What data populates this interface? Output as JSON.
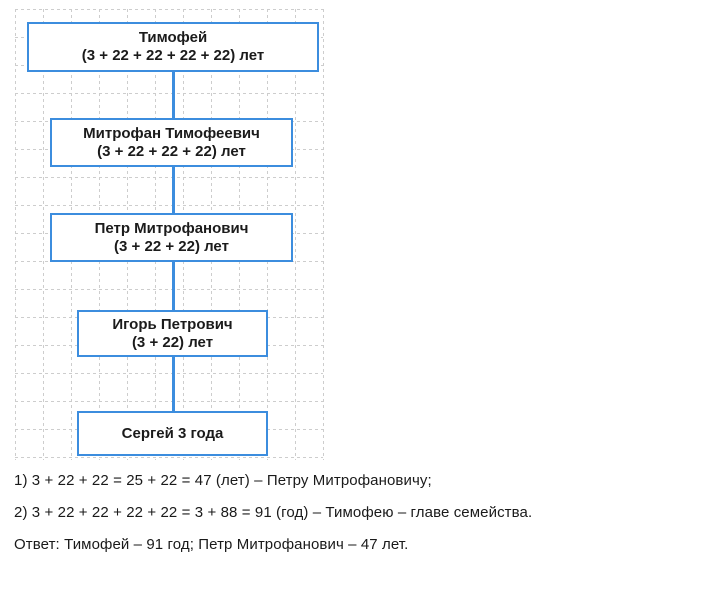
{
  "diagram": {
    "type": "family-chain",
    "accent_color": "#3c8dde",
    "text_color": "#1b1b1b",
    "grid_color": "#cdcdcd",
    "nodes": [
      {
        "name": "Тимофей",
        "sub": "(3 + 22 + 22 + 22 + 22) лет"
      },
      {
        "name": "Митрофан Тимофеевич",
        "sub": "(3 + 22 + 22 + 22) лет"
      },
      {
        "name": "Петр Митрофанович",
        "sub": "(3 + 22 + 22) лет"
      },
      {
        "name": "Игорь Петрович",
        "sub": "(3 + 22) лет"
      },
      {
        "name": "Сергей 3 года",
        "sub": ""
      }
    ]
  },
  "solution": {
    "line1": "1) 3 + 22 + 22 = 25 + 22 = 47 (лет) – Петру Митрофановичу;",
    "line2": "2) 3 + 22 + 22 + 22 + 22 = 3 + 88 = 91 (год) – Тимофею – главе семейства.",
    "answer": "Ответ: Тимофей – 91 год; Петр Митрофанович – 47 лет."
  }
}
